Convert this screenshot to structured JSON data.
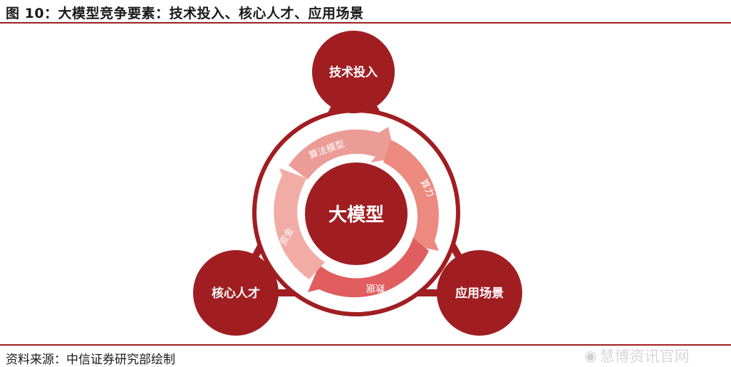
{
  "header": {
    "title": "图 10：大模型竞争要素：技术投入、核心人才、应用场景"
  },
  "diagram": {
    "center_label": "大模型",
    "nodes": {
      "top": "技术投入",
      "left": "核心人才",
      "right": "应用场景"
    },
    "ring_segments": {
      "algorithm": "算法模型",
      "compute": "算力",
      "data": "数据",
      "capital": "资金"
    },
    "colors": {
      "primary": "#a01e22",
      "ring_light": "#f2b1aa",
      "ring_mid": "#ec8f85",
      "ring_dark": "#e05a5c"
    }
  },
  "footer": {
    "source": "资料来源：中信证券研究部绘制",
    "watermark": "慧博资讯官网"
  }
}
